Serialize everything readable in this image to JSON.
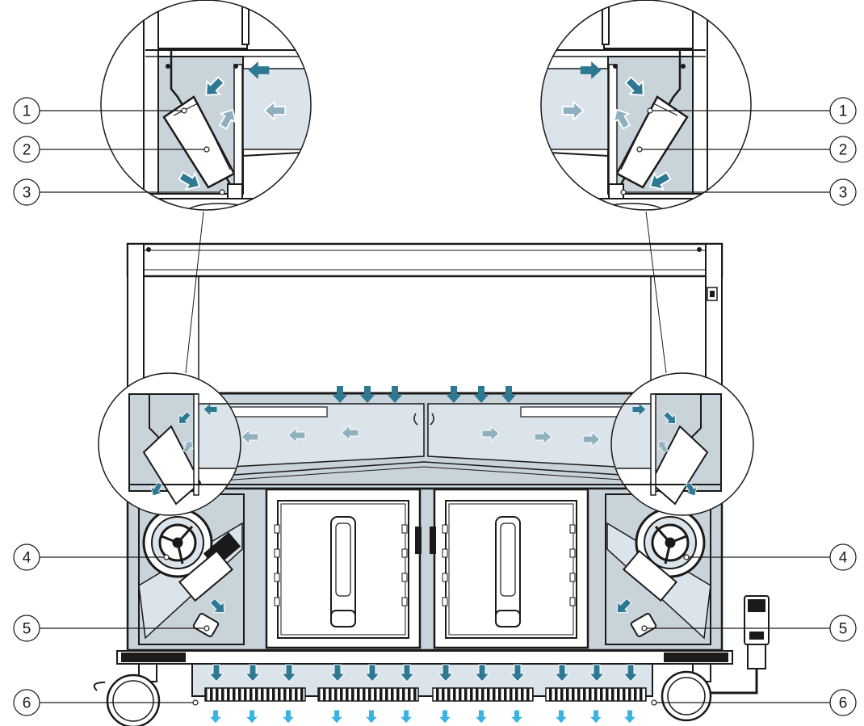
{
  "diagram": {
    "callouts": [
      {
        "id": "left-1",
        "label": "1"
      },
      {
        "id": "left-2",
        "label": "2"
      },
      {
        "id": "left-3",
        "label": "3"
      },
      {
        "id": "right-1",
        "label": "1"
      },
      {
        "id": "right-2",
        "label": "2"
      },
      {
        "id": "right-3",
        "label": "3"
      },
      {
        "id": "left-4",
        "label": "4"
      },
      {
        "id": "right-4",
        "label": "4"
      },
      {
        "id": "left-5",
        "label": "5"
      },
      {
        "id": "right-5",
        "label": "5"
      },
      {
        "id": "left-6",
        "label": "6"
      },
      {
        "id": "right-6",
        "label": "6"
      }
    ],
    "colors": {
      "outline": "#1a1a1a",
      "panel_fill": "#c9d3da",
      "glass_fill": "#dbe4ea",
      "arrow_dark": "#2d7893",
      "arrow_light": "#8fb0bf",
      "arrow_bright": "#3cb4e2",
      "background": "#ffffff"
    },
    "icons": [
      "flow-arrow-icon",
      "fan-wheel-icon",
      "castor-wheel-icon",
      "power-plug-icon",
      "sensor-icon"
    ]
  }
}
